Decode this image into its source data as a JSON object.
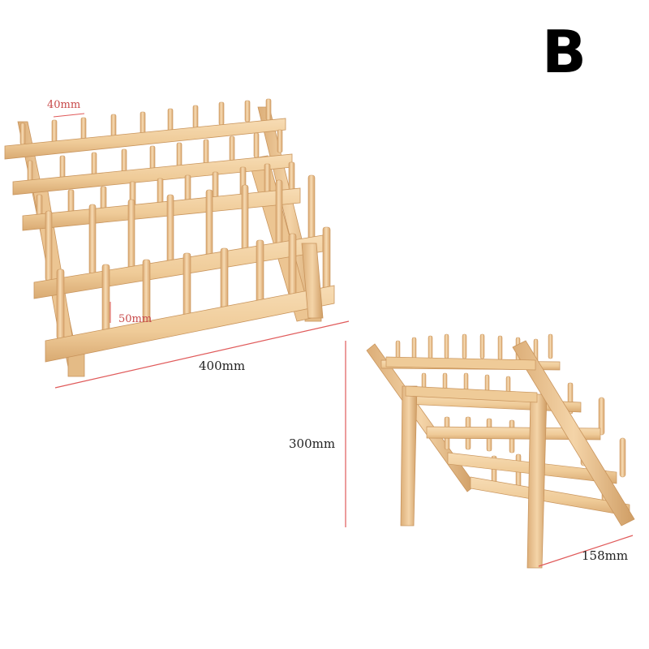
{
  "variant_label": "B",
  "dimensions": {
    "peg_spacing": "40mm",
    "peg_height": "50mm",
    "width": "400mm",
    "height": "300mm",
    "depth": "158mm"
  },
  "colors": {
    "wood": "#f3d3a6",
    "wood_shade": "#dcb07c",
    "wood_edge": "#c9955d",
    "dimension_line": "#e05a5a"
  }
}
